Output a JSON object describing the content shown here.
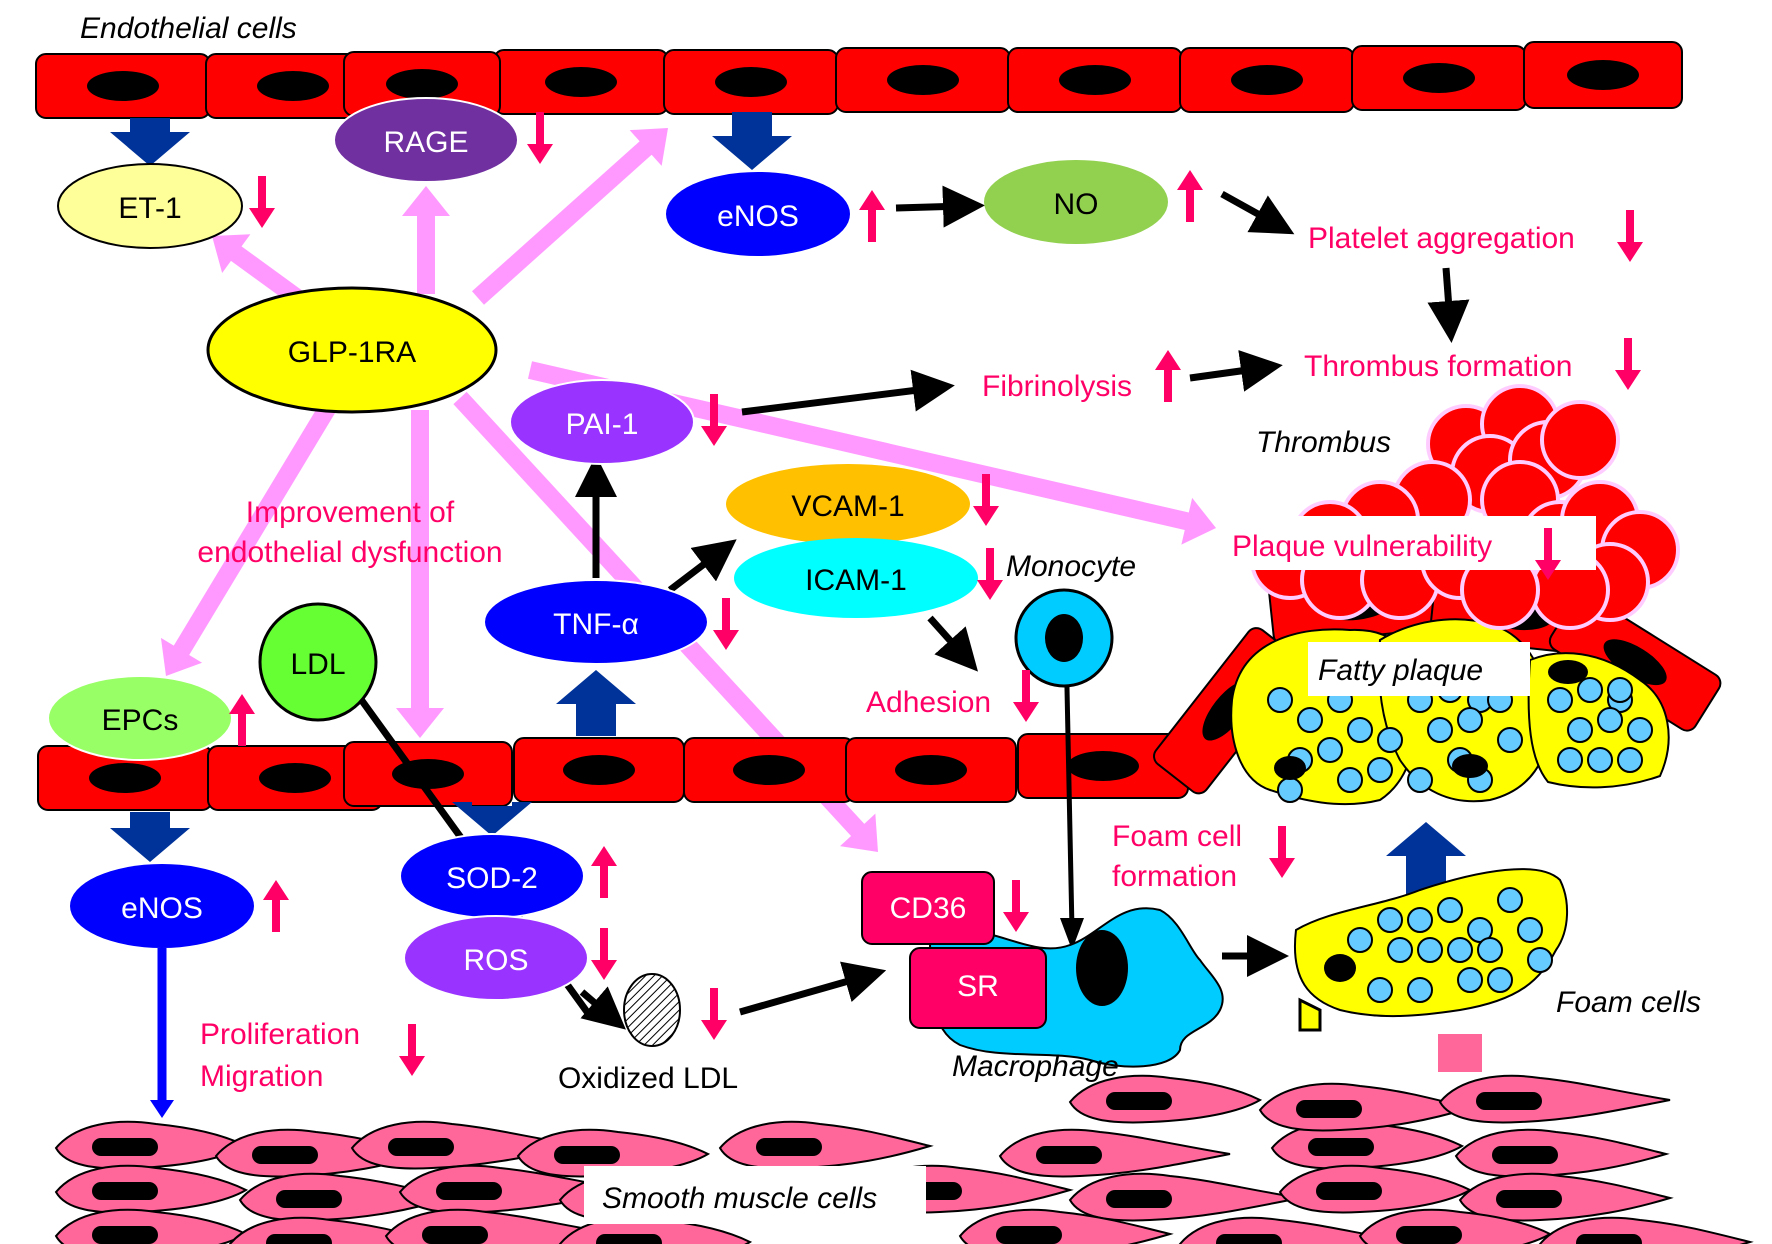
{
  "colors": {
    "endothelial_cell": "#ff0000",
    "nucleus": "#000000",
    "pink_arrow": "#ff99ff",
    "blue_arrow": "#003399",
    "effect_text": "#ff0066",
    "smooth_muscle": "#ff6699",
    "lipid_droplet": "#66ccff",
    "foam_cell": "#ffff00",
    "macrophage": "#00ccff",
    "thrombus_cell_border": "#ffccff"
  },
  "labels": {
    "endothelial_cells": "Endothelial cells",
    "thrombus": "Thrombus",
    "monocyte": "Monocyte",
    "fatty_plaque": "Fatty plaque",
    "macrophage": "Macrophage",
    "foam_cells": "Foam cells",
    "smooth_muscle_cells": "Smooth muscle cells",
    "oxidized_ldl": "Oxidized LDL"
  },
  "nodes": {
    "et1": {
      "label": "ET-1",
      "change": "down"
    },
    "rage": {
      "label": "RAGE",
      "change": "down"
    },
    "enos_top": {
      "label": "eNOS",
      "change": "up"
    },
    "no": {
      "label": "NO",
      "change": "up"
    },
    "glp1ra": {
      "label": "GLP-1RA"
    },
    "pai1": {
      "label": "PAI-1",
      "change": "down"
    },
    "vcam1": {
      "label": "VCAM-1",
      "change": "down"
    },
    "icam1": {
      "label": "ICAM-1",
      "change": "down"
    },
    "tnfa": {
      "label": "TNF-α",
      "change": "down"
    },
    "ldl": {
      "label": "LDL"
    },
    "epcs": {
      "label": "EPCs",
      "change": "up"
    },
    "enos_bottom": {
      "label": "eNOS",
      "change": "up"
    },
    "sod2": {
      "label": "SOD-2",
      "change": "up"
    },
    "ros": {
      "label": "ROS",
      "change": "down"
    },
    "cd36": {
      "label": "CD36",
      "change": "down"
    },
    "sr": {
      "label": "SR"
    }
  },
  "effects": {
    "platelet_aggregation": {
      "label": "Platelet aggregation",
      "change": "down"
    },
    "thrombus_formation": {
      "label": "Thrombus formation",
      "change": "down"
    },
    "fibrinolysis": {
      "label": "Fibrinolysis",
      "change": "up"
    },
    "plaque_vulnerability": {
      "label": "Plaque vulnerability",
      "change": "down"
    },
    "improvement_line1": "Improvement of",
    "improvement_line2": "endothelial dysfunction",
    "adhesion": {
      "label": "Adhesion",
      "change": "down"
    },
    "foam_cell_line1": "Foam cell",
    "foam_cell_line2": "formation",
    "proliferation": "Proliferation",
    "migration": "Migration",
    "oxldl_change": "down",
    "foam_cell_change": "down",
    "prolif_change": "down"
  }
}
